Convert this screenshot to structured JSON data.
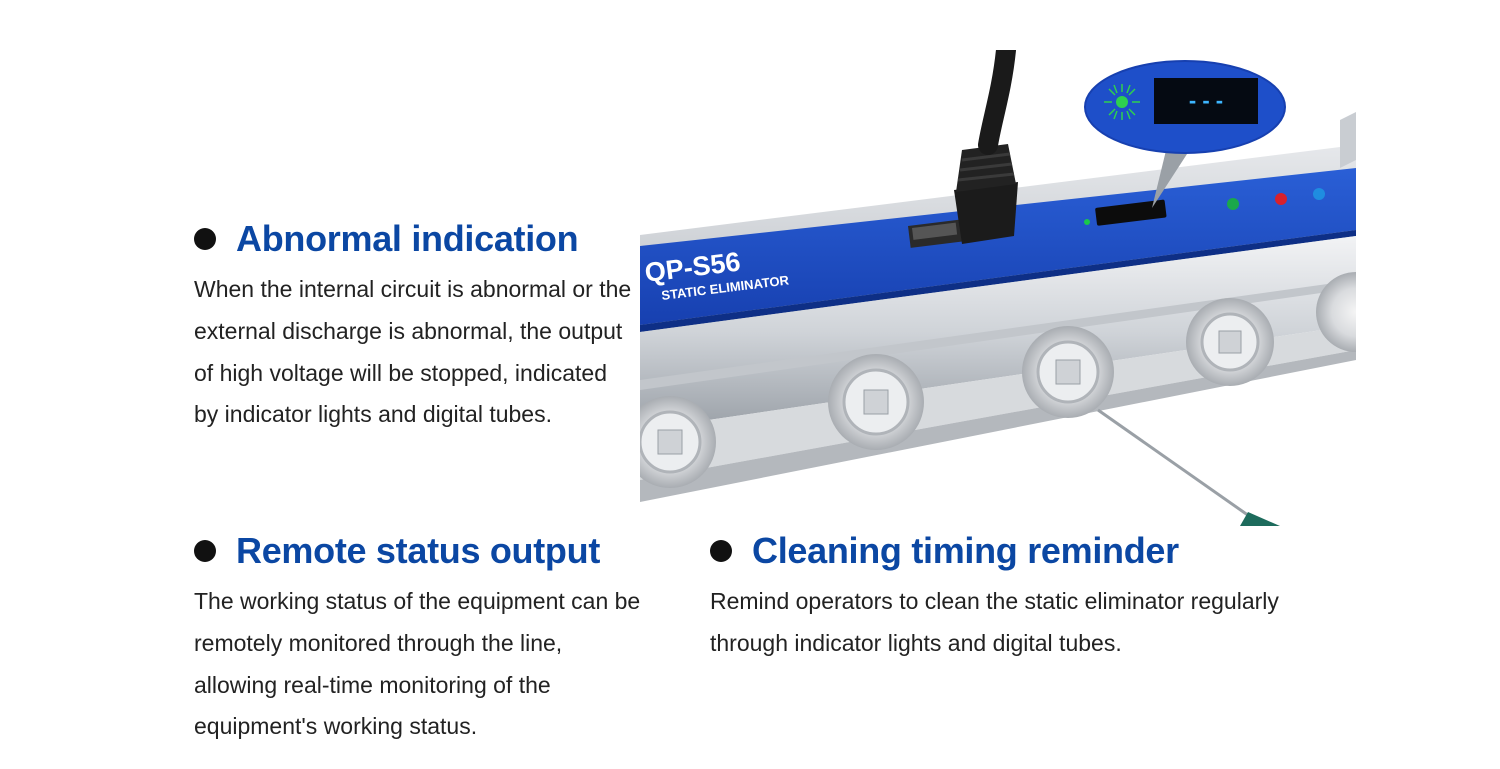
{
  "colors": {
    "accent": "#0b47a3",
    "bar_blue": "#1e4fc9",
    "bullet": "#111111",
    "text": "#222222"
  },
  "features": [
    {
      "title": "Abnormal indication",
      "text": "When the internal circuit is abnormal or the external discharge is abnormal, the output of high voltage will be stopped, indicated by indicator lights and digital tubes."
    },
    {
      "title": "Remote status output",
      "text": "The working status of the equipment can be remotely monitored through the line, allowing real-time monitoring of the equipment's working status."
    },
    {
      "title": "Cleaning timing reminder",
      "text": "Remind operators to clean the static eliminator regularly through indicator lights and digital tubes."
    }
  ],
  "product": {
    "model": "QP-S56",
    "subtitle": "STATIC ELIMINATOR",
    "display_readout": "- - -",
    "indicator_colors": [
      "#1aa84a",
      "#d8212c",
      "#1f8de0"
    ]
  }
}
